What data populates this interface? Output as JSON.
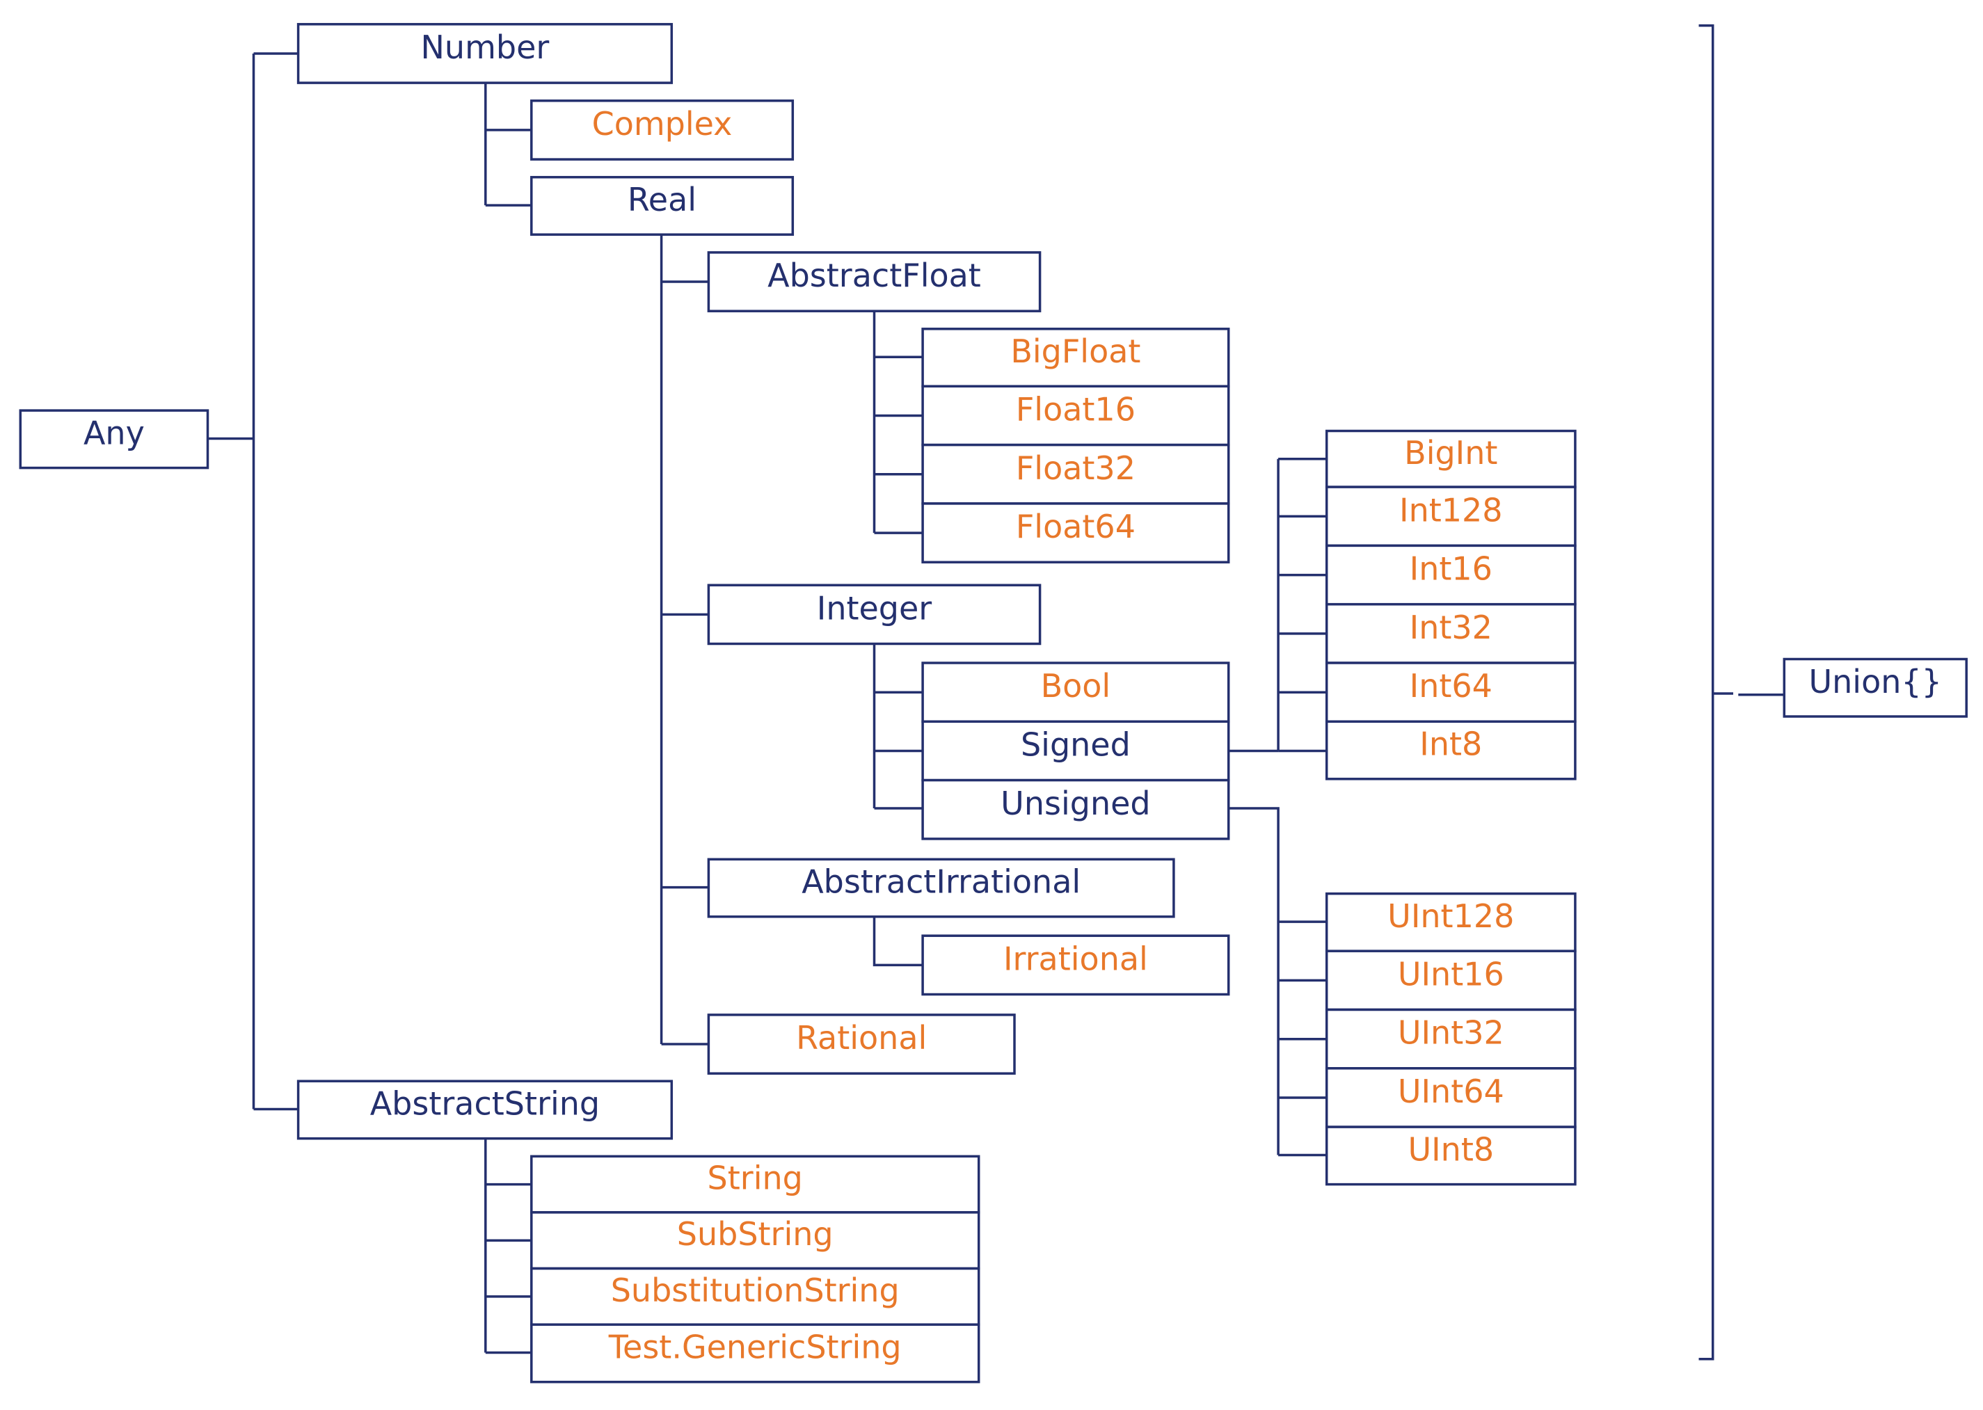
{
  "colors": {
    "abstract": "#24306e",
    "concrete": "#e8782a",
    "line": "#24306e"
  },
  "nodes": {
    "any": {
      "label": "Any",
      "kind": "abstract"
    },
    "number": {
      "label": "Number",
      "kind": "abstract"
    },
    "complex": {
      "label": "Complex",
      "kind": "concrete"
    },
    "real": {
      "label": "Real",
      "kind": "abstract"
    },
    "abstractfloat": {
      "label": "AbstractFloat",
      "kind": "abstract"
    },
    "bigfloat": {
      "label": "BigFloat",
      "kind": "concrete"
    },
    "float16": {
      "label": "Float16",
      "kind": "concrete"
    },
    "float32": {
      "label": "Float32",
      "kind": "concrete"
    },
    "float64": {
      "label": "Float64",
      "kind": "concrete"
    },
    "integer": {
      "label": "Integer",
      "kind": "abstract"
    },
    "bool": {
      "label": "Bool",
      "kind": "concrete"
    },
    "signed": {
      "label": "Signed",
      "kind": "abstract"
    },
    "unsigned": {
      "label": "Unsigned",
      "kind": "abstract"
    },
    "bigint": {
      "label": "BigInt",
      "kind": "concrete"
    },
    "int128": {
      "label": "Int128",
      "kind": "concrete"
    },
    "int16": {
      "label": "Int16",
      "kind": "concrete"
    },
    "int32": {
      "label": "Int32",
      "kind": "concrete"
    },
    "int64": {
      "label": "Int64",
      "kind": "concrete"
    },
    "int8": {
      "label": "Int8",
      "kind": "concrete"
    },
    "uint128": {
      "label": "UInt128",
      "kind": "concrete"
    },
    "uint16": {
      "label": "UInt16",
      "kind": "concrete"
    },
    "uint32": {
      "label": "UInt32",
      "kind": "concrete"
    },
    "uint64": {
      "label": "UInt64",
      "kind": "concrete"
    },
    "uint8": {
      "label": "UInt8",
      "kind": "concrete"
    },
    "abstractirrational": {
      "label": "AbstractIrrational",
      "kind": "abstract"
    },
    "irrational": {
      "label": "Irrational",
      "kind": "concrete"
    },
    "rational": {
      "label": "Rational",
      "kind": "concrete"
    },
    "abstractstring": {
      "label": "AbstractString",
      "kind": "abstract"
    },
    "string": {
      "label": "String",
      "kind": "concrete"
    },
    "substring": {
      "label": "SubString",
      "kind": "concrete"
    },
    "substitutionstring": {
      "label": "SubstitutionString",
      "kind": "concrete"
    },
    "genericstring": {
      "label": "Test.GenericString",
      "kind": "concrete"
    },
    "union": {
      "label": "Union{}",
      "kind": "abstract"
    }
  }
}
